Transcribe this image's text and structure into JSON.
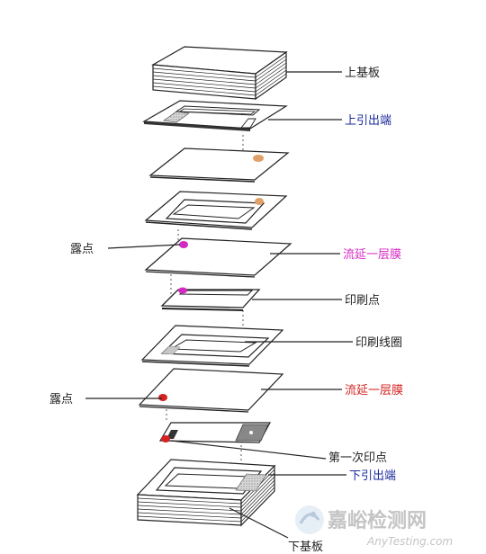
{
  "diagram": {
    "layers": [
      {
        "name": "上基板",
        "color": "#222222"
      },
      {
        "name": "上引出端",
        "color": "#1a2a9c"
      },
      {
        "name": "流延一层膜",
        "color": "#d42ac4"
      },
      {
        "name": "印刷点",
        "color": "#222222"
      },
      {
        "name": "印刷线圈",
        "color": "#222222"
      },
      {
        "name": "流延一层膜",
        "color": "#d42323"
      },
      {
        "name": "第一次印点",
        "color": "#222222"
      },
      {
        "name": "下引出端",
        "color": "#1a2a9c"
      },
      {
        "name": "下基板",
        "color": "#222222"
      }
    ],
    "left_labels": [
      {
        "name": "露点",
        "color": "#222222"
      },
      {
        "name": "露点",
        "color": "#222222"
      }
    ]
  },
  "watermark": {
    "chinese": "嘉峪检测网",
    "url": "AnyTesting.com"
  }
}
